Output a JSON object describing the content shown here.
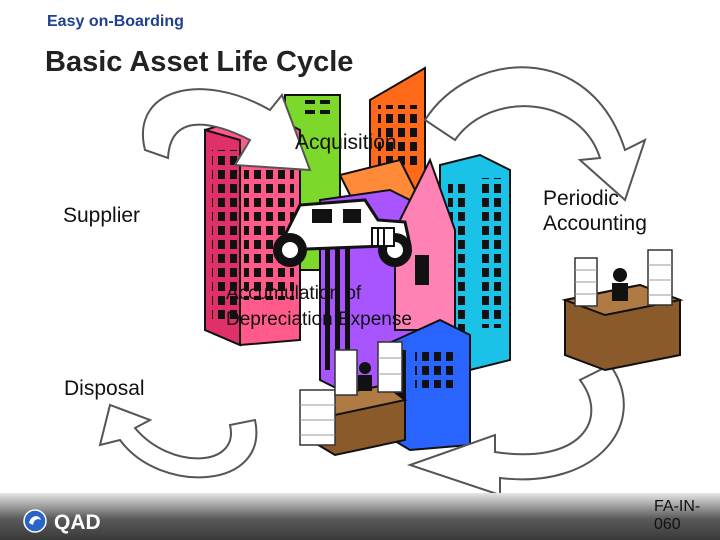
{
  "header": {
    "subtitle": "Easy on-Boarding",
    "title": "Basic Asset Life Cycle"
  },
  "labels": {
    "acquisition": "Acquisition",
    "supplier": "Supplier",
    "periodic_accounting": "Periodic\nAccounting",
    "accumulation": "Accumulation of\nDepreciation Expense",
    "disposal": "Disposal"
  },
  "footer": {
    "logo": "QAD",
    "slide_id": "FA-IN-\n060"
  },
  "icons": [
    "buildings-illustration",
    "vintage-car-icon",
    "desk-with-paper-stacks-icon",
    "curved-cycle-arrow"
  ],
  "colors": {
    "header_blue": "#1f3f8f",
    "footer_dark": "#3a3a3a",
    "building_pink": "#ff5a8a",
    "building_orange": "#ff6a1a",
    "building_green": "#7cd82a",
    "building_cyan": "#19c2e6",
    "building_purple": "#a855ff",
    "building_blue": "#2a64ff"
  }
}
